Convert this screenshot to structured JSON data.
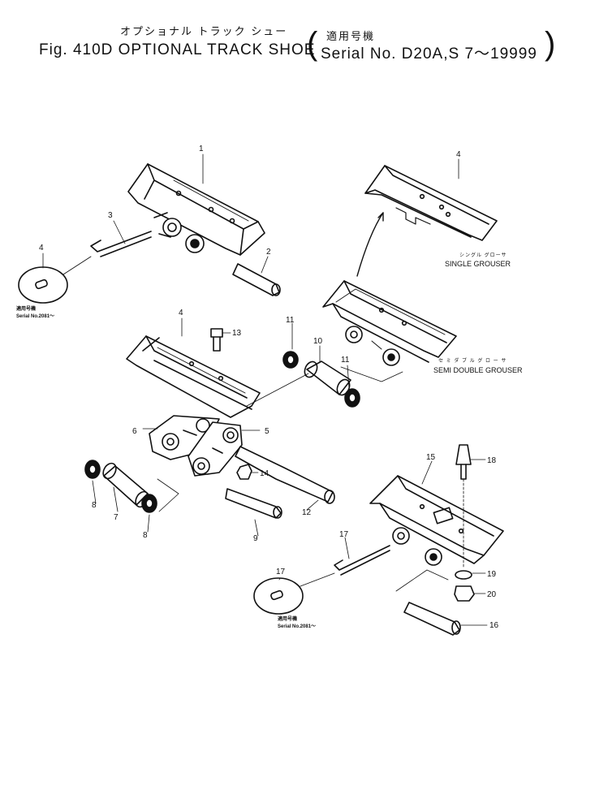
{
  "header": {
    "title_jp": "オプショナル トラック シュー",
    "title": "Fig. 410D  OPTIONAL TRACK SHOE",
    "serial_jp": "適用号機",
    "serial": "Serial No. D20A,S  7～19999",
    "paren_open": "(",
    "paren_close": ")"
  },
  "callouts": [
    "1",
    "2",
    "3",
    "4",
    "4",
    "4",
    "5",
    "6",
    "7",
    "8",
    "8",
    "9",
    "10",
    "11",
    "11",
    "12",
    "13",
    "14",
    "15",
    "16",
    "17",
    "17",
    "18",
    "19",
    "20"
  ],
  "labels": {
    "single_jp": "シングル グローサ",
    "single": "SINGLE GROUSER",
    "semi_jp": "セ ミ ダ ブ ル グ ロ ー サ",
    "semi": "SEMI DOUBLE GROUSER"
  },
  "footnotes": {
    "jp": "適用号機",
    "serial_left": "Serial  No.2081～",
    "serial_right": "Serial  No.2081～"
  }
}
